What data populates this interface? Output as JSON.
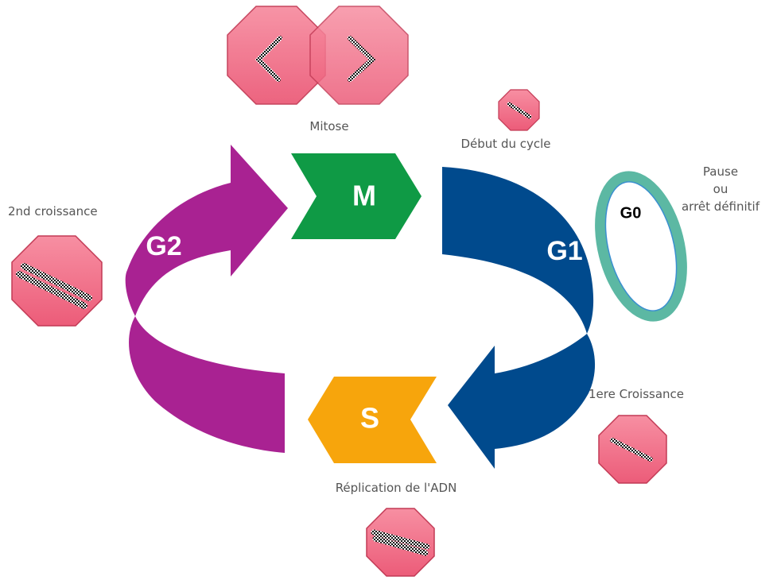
{
  "phases": {
    "m": "M",
    "s": "S",
    "g1": "G1",
    "g2": "G2",
    "g0": "G0"
  },
  "labels": {
    "mitose": "Mitose",
    "debut_cycle": "Début du cycle",
    "pause_lines": [
      "Pause",
      "ou",
      "arrêt définitif"
    ],
    "second_growth": "2nd croissance",
    "first_growth": "1ere Croissance",
    "replication": "Réplication de l'ADN"
  },
  "colors": {
    "m": "#0f9a45",
    "s": "#f7a50c",
    "g1": "#004a8d",
    "g2": "#a92292",
    "g0": "#5cb8a3",
    "octagon": "#f4798f"
  }
}
